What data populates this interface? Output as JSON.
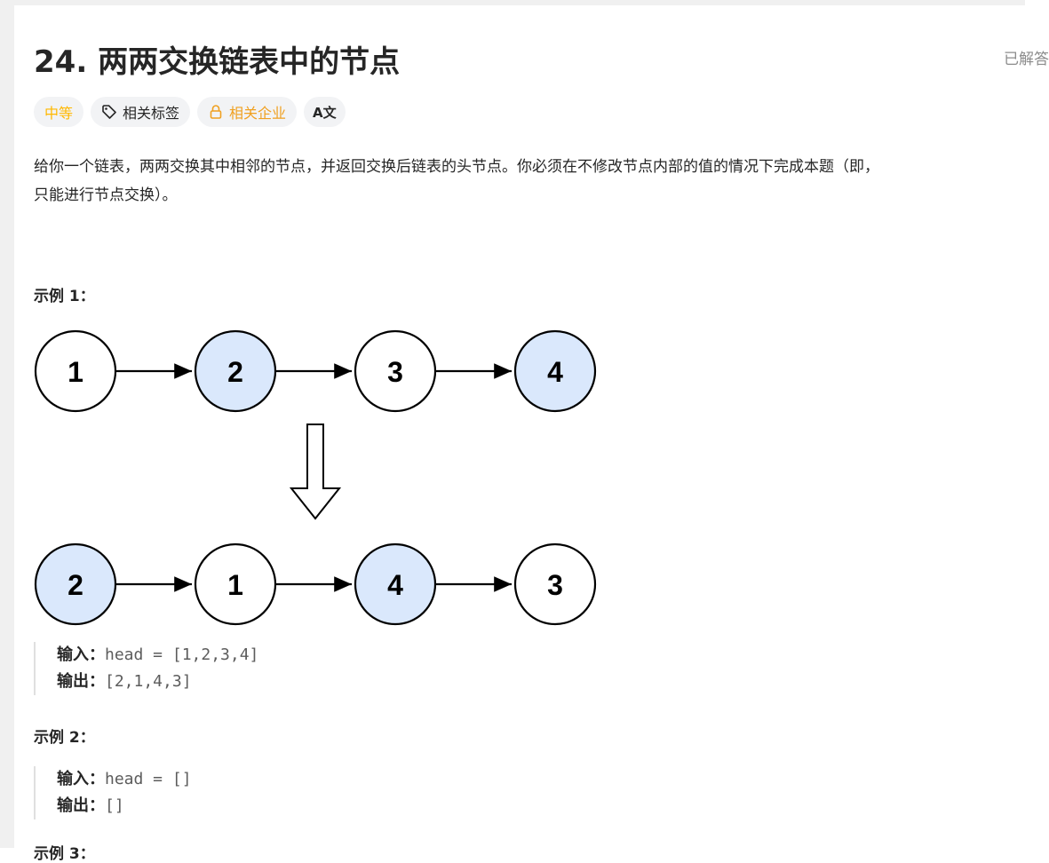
{
  "problem": {
    "title": "24. 两两交换链表中的节点",
    "status": "已解答",
    "tags": {
      "difficulty": "中等",
      "related_tags": "相关标签",
      "related_companies": "相关企业",
      "translate_label": "A文"
    },
    "description": [
      "给你一个链表，两两交换其中相邻的节点，并返回交换后链表的头节点。你必须在不修改节点内部的值的情况下完成本题（即，",
      "只能进行节点交换）。"
    ]
  },
  "examples": [
    {
      "title": "示例 1：",
      "diagram": {
        "top_nodes": [
          "1",
          "2",
          "3",
          "4"
        ],
        "bottom_nodes": [
          "2",
          "1",
          "4",
          "3"
        ],
        "highlight_color": "#dae8fc"
      },
      "input_label": "输入：",
      "input_value": "head = [1,2,3,4]",
      "output_label": "输出：",
      "output_value": "[2,1,4,3]"
    },
    {
      "title": "示例 2：",
      "input_label": "输入：",
      "input_value": "head = []",
      "output_label": "输出：",
      "output_value": "[]"
    },
    {
      "title": "示例 3："
    }
  ],
  "icons": {
    "tag": "tag-icon",
    "lock": "lock-icon",
    "translate": "translate-icon"
  }
}
